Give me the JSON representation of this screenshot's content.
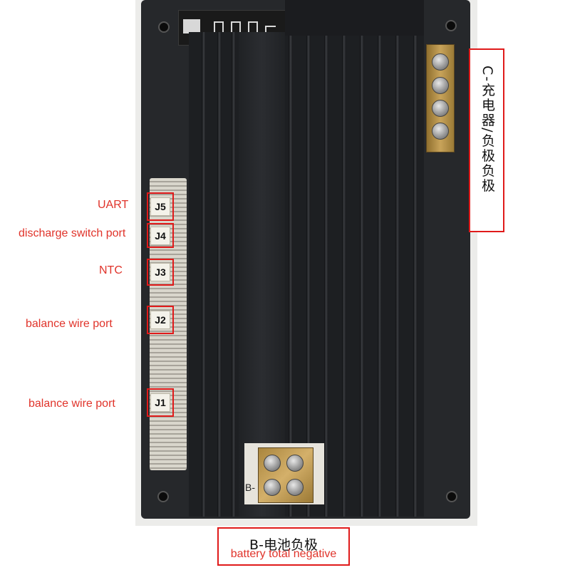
{
  "labels": {
    "uart": "UART",
    "discharge_switch": "discharge switch port",
    "ntc": "NTC",
    "balance_wire_1": "balance wire port",
    "balance_wire_2": "balance wire port"
  },
  "connectors": {
    "j5": "J5",
    "j4": "J4",
    "j3": "J3",
    "j2": "J2",
    "j1": "J1"
  },
  "charger_box": {
    "text": "C-充电器/负极负极"
  },
  "battery_box": {
    "chinese": "B-电池负极",
    "english": "battery total negative"
  },
  "pcb_marking": {
    "b_minus": "B-"
  },
  "colors": {
    "callout_red": "#e0332a",
    "box_red": "#e01a1a",
    "heatsink": "#1d1f22",
    "copper": "#c8a35a"
  }
}
